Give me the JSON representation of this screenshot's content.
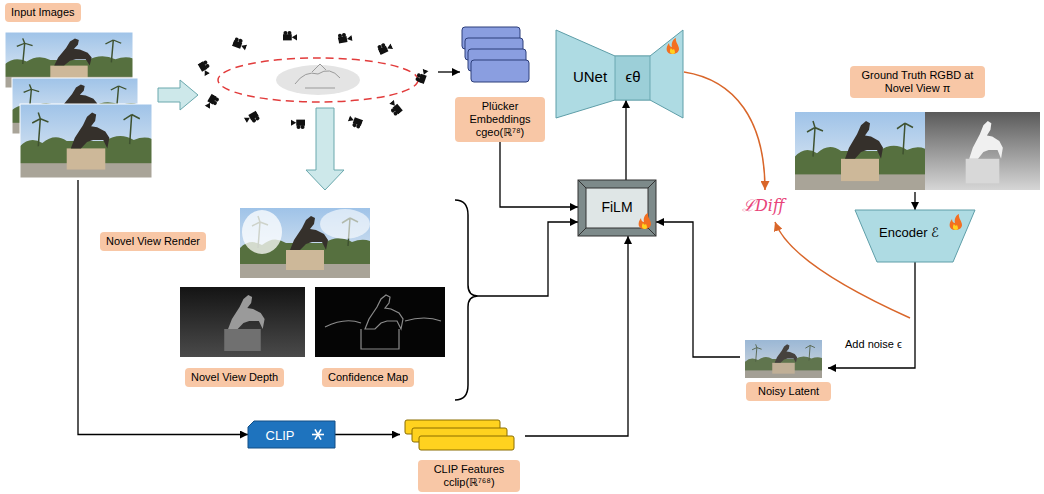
{
  "diagram": {
    "nodes": [
      {
        "text": [
          "Input Images"
        ]
      },
      {
        "text": [
          "Plücker Embeddings",
          "cgeo(ℝ⁷⁸)"
        ]
      },
      {
        "text": [
          "UNet",
          "ϵθ"
        ]
      },
      {
        "text": [
          "Ground Truth RGBD at Novel View π"
        ]
      },
      {
        "text": [
          "Novel View Render"
        ]
      },
      {
        "text": [
          "FiLM"
        ]
      },
      {
        "text": [
          "Encoder ℰ"
        ]
      },
      {
        "text": [
          "Novel View Depth"
        ]
      },
      {
        "text": [
          "Confidence Map"
        ]
      },
      {
        "text": [
          "Noisy Latent"
        ]
      },
      {
        "text": [
          "CLIP"
        ]
      },
      {
        "text": [
          "CLIP Features",
          "cclip(ℝ⁷⁶⁸)"
        ]
      }
    ],
    "edges": [
      {
        "from": 0,
        "to": 10,
        "arrow": "to"
      },
      {
        "from": 10,
        "to": 11,
        "arrow": "to"
      },
      {
        "from": 1,
        "to": 5,
        "arrow": "to"
      },
      {
        "from": 11,
        "to": 5,
        "arrow": "to"
      },
      {
        "from": 9,
        "to": 5,
        "arrow": "to"
      },
      {
        "from": 5,
        "to": 2,
        "arrow": "to"
      },
      {
        "from": 3,
        "to": 6,
        "arrow": "to"
      },
      {
        "from": 6,
        "to": 9,
        "arrow": "to",
        "label": "Add noise ϵ"
      }
    ],
    "labels": [
      "ℒDiff"
    ]
  }
}
